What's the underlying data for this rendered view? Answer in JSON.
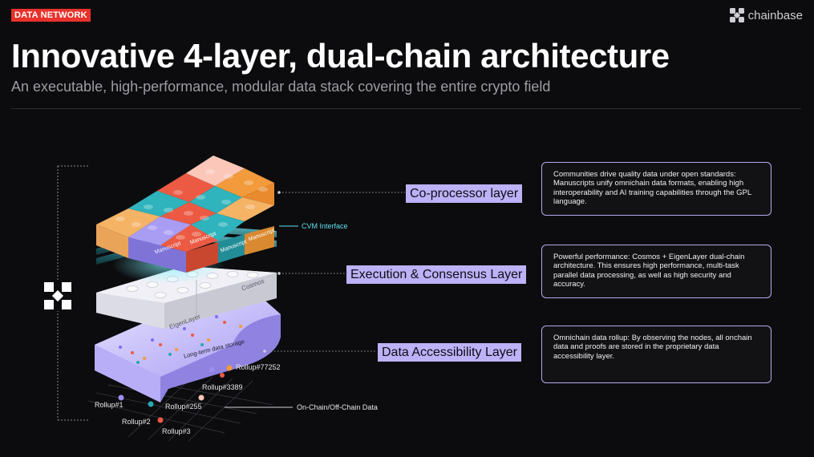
{
  "header": {
    "tag": "DATA NETWORK",
    "brand": "chainbase",
    "title": "Innovative 4-layer, dual-chain architecture",
    "subtitle": "An executable, high-performance, modular data stack covering the entire crypto field"
  },
  "layers": [
    {
      "label": "Co-processor layer",
      "description": "Communities drive quality data under open standards: Manuscripts unify omnichain data formats, enabling high interoperability and AI training capabilities  through the GPL language."
    },
    {
      "label": "Execution & Consensus Layer",
      "description": "Powerful performance: Cosmos + EigenLayer dual-chain architecture. This ensures high performance, multi-task parallel data processing, as well as high security and accuracy."
    },
    {
      "label": "Data Accessibility Layer",
      "description": "Omnichain data rollup: By observing the nodes, all onchain data and proofs are stored in the proprietary data accessibility layer."
    }
  ],
  "diagram": {
    "cvm_interface": "CVM Interface",
    "onchain_offchain": "On-Chain/Off-Chain Data",
    "long_term_storage": "Long-term data storage",
    "brick_labels": {
      "manuscript": "Manuscript",
      "eigenlayer": "EigenLayer",
      "cosmos": "Cosmos"
    },
    "rollups": [
      "Rollup#1",
      "Rollup#2",
      "Rollup#3",
      "Rollup#255",
      "Rollup#3389",
      "Rollup#77252"
    ]
  },
  "icons": {
    "brand_logo": "chainbase-logo-icon",
    "side_logo": "chainbase-logo-icon"
  },
  "colors": {
    "tag": "#e8322b",
    "label_bg": "#bdb2f7",
    "box_border": "#b6aaef",
    "cvm": "#5fe0f0",
    "brick_orange": "#f39a3c",
    "brick_red": "#ec5a43",
    "brick_teal": "#29a7b2",
    "brick_peach": "#fbc7b8",
    "brick_purple": "#9c8ef0",
    "brick_white": "#e8e8f0"
  }
}
